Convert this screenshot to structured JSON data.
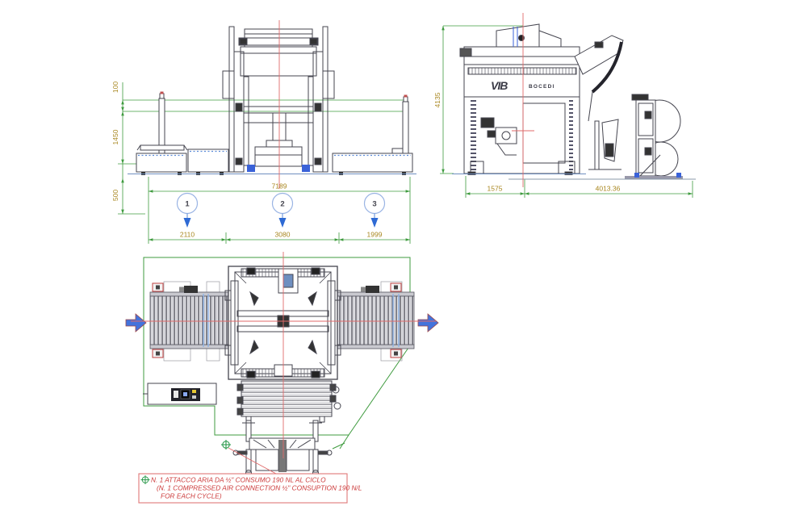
{
  "drawing_title": "machine-layout-drawing",
  "colors": {
    "dimension_line": "#3f9b3f",
    "dimension_text": "#a8861e",
    "centerline": "#e06a6a",
    "outline": "#45454f",
    "accent_blue": "#3a62d8",
    "balloon_stroke": "#9ab4e4",
    "flow_arrow": "#4373dc",
    "note_red": "#cc3a3a"
  },
  "front_view": {
    "dim_offset_top": "100",
    "dim_height_mid": "1450",
    "dim_offset_bottom": "500",
    "dim_total_width": "7189"
  },
  "stations": [
    {
      "number": "1",
      "width": "2110"
    },
    {
      "number": "2",
      "width": "3080"
    },
    {
      "number": "3",
      "width": "1999"
    }
  ],
  "side_view": {
    "dim_total_height": "4135",
    "dim_depth_machine": "1575",
    "dim_depth_overall": "4013.36",
    "logo": "VIB",
    "brand": "BOCEDI"
  },
  "note": {
    "line1": "N. 1 ATTACCO ARIA DA ½\" CONSUMO 190 NL AL CICLO",
    "line2": "(N. 1 COMPRESSED AIR CONNECTION ½\" CONSUPTION 190 N/L",
    "line3": "FOR EACH CYCLE)"
  }
}
